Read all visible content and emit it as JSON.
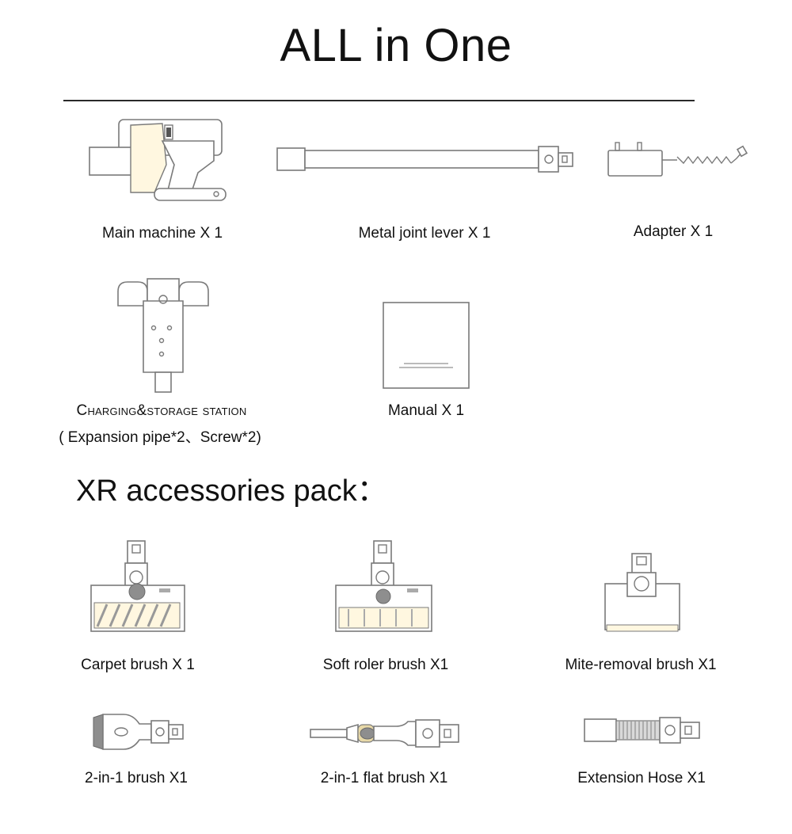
{
  "header": {
    "title": "ALL in One"
  },
  "box_contents": {
    "items": [
      {
        "label": "Main machine X 1",
        "icon": "vacuum-main-machine-icon"
      },
      {
        "label": "Metal joint lever X 1",
        "icon": "joint-lever-icon"
      },
      {
        "label": "Adapter X 1",
        "icon": "power-adapter-icon"
      },
      {
        "label": "Charging&storage station",
        "sublabel": "( Expansion pipe*2、Screw*2)",
        "icon": "charging-station-icon"
      },
      {
        "label": "Manual  X 1",
        "icon": "manual-booklet-icon"
      }
    ]
  },
  "accessories": {
    "title": "XR accessories pack：",
    "items": [
      {
        "label": "Carpet brush X 1",
        "icon": "carpet-brush-icon"
      },
      {
        "label": "Soft roler brush X1",
        "icon": "soft-roller-brush-icon"
      },
      {
        "label": "Mite-removal brush X1",
        "icon": "mite-removal-brush-icon"
      },
      {
        "label": "2-in-1 brush X1",
        "icon": "two-in-one-brush-icon"
      },
      {
        "label": "2-in-1 flat brush X1",
        "icon": "flat-brush-icon"
      },
      {
        "label": "Extension Hose X1",
        "icon": "extension-hose-icon"
      }
    ]
  }
}
